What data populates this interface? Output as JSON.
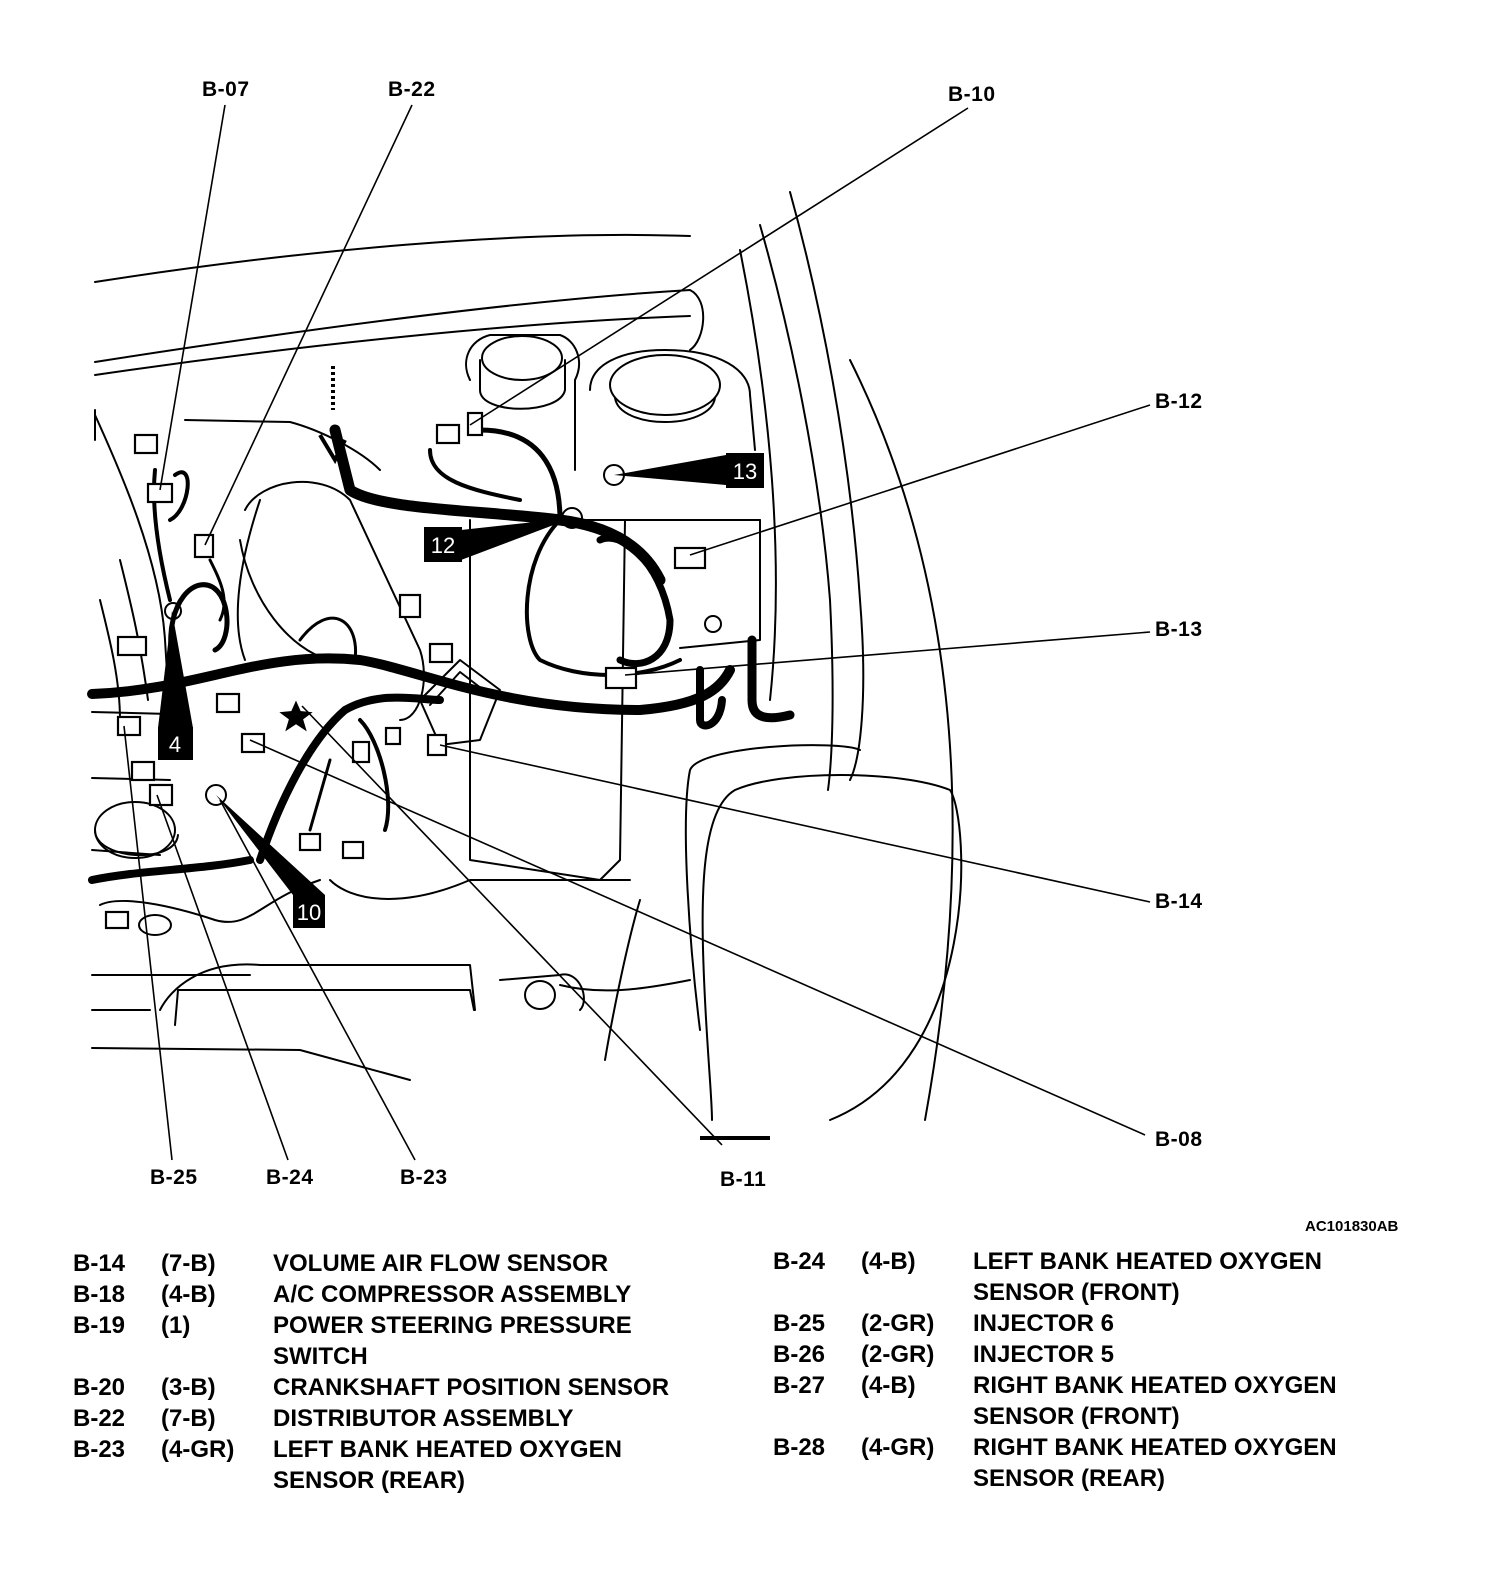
{
  "callouts": {
    "b07": "B-07",
    "b22": "B-22",
    "b10": "B-10",
    "b12": "B-12",
    "b13": "B-13",
    "b14": "B-14",
    "b08": "B-08",
    "b11": "B-11",
    "b23": "B-23",
    "b24": "B-24",
    "b25": "B-25"
  },
  "ground_badges": {
    "g4": "4",
    "g10": "10",
    "g12": "12",
    "g13": "13"
  },
  "figure_id": "AC101830AB",
  "legend": {
    "left": [
      {
        "code": "B-14",
        "conn": "(7-B)",
        "desc": [
          "VOLUME AIR FLOW SENSOR"
        ]
      },
      {
        "code": "B-18",
        "conn": "(4-B)",
        "desc": [
          "A/C COMPRESSOR ASSEMBLY"
        ]
      },
      {
        "code": "B-19",
        "conn": "(1)",
        "desc": [
          "POWER STEERING PRESSURE",
          "SWITCH"
        ]
      },
      {
        "code": "B-20",
        "conn": "(3-B)",
        "desc": [
          "CRANKSHAFT POSITION SENSOR"
        ]
      },
      {
        "code": "B-22",
        "conn": "(7-B)",
        "desc": [
          "DISTRIBUTOR ASSEMBLY"
        ]
      },
      {
        "code": "B-23",
        "conn": "(4-GR)",
        "desc": [
          "LEFT BANK HEATED OXYGEN",
          "SENSOR (REAR)"
        ]
      }
    ],
    "right": [
      {
        "code": "B-24",
        "conn": "(4-B)",
        "desc": [
          "LEFT BANK HEATED OXYGEN",
          "SENSOR (FRONT)"
        ]
      },
      {
        "code": "B-25",
        "conn": "(2-GR)",
        "desc": [
          "INJECTOR 6"
        ]
      },
      {
        "code": "B-26",
        "conn": "(2-GR)",
        "desc": [
          "INJECTOR 5"
        ]
      },
      {
        "code": "B-27",
        "conn": "(4-B)",
        "desc": [
          "RIGHT BANK HEATED OXYGEN",
          "SENSOR (FRONT)"
        ]
      },
      {
        "code": "B-28",
        "conn": "(4-GR)",
        "desc": [
          "RIGHT BANK HEATED OXYGEN",
          "SENSOR (REAR)"
        ]
      }
    ]
  }
}
